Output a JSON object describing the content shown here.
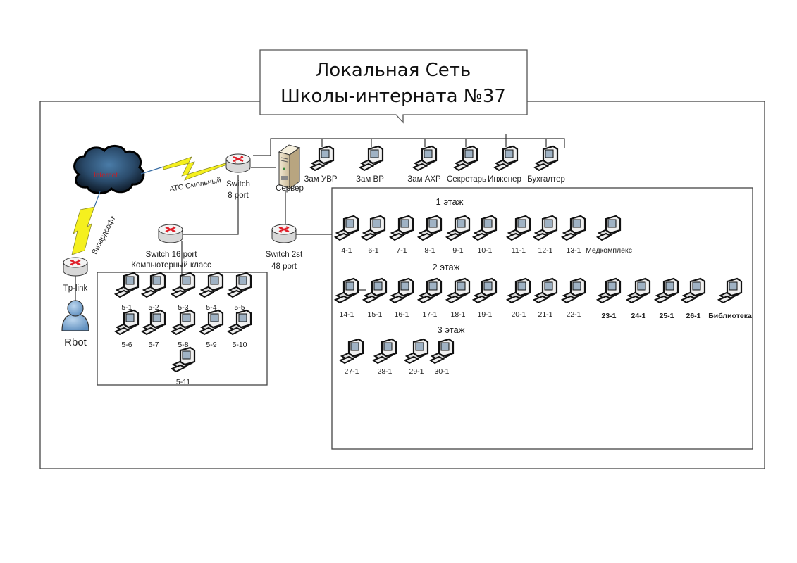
{
  "title": {
    "line1": "Локальная Сеть",
    "line2": "Школы-интерната №37"
  },
  "internet": {
    "label": "Internet",
    "label_color": "#c0202a"
  },
  "links": {
    "atc": "АТС Смольный",
    "wizard": "Визардсофт"
  },
  "devices": {
    "switch8": {
      "line1": "Switch",
      "line2": "8 port"
    },
    "server": {
      "label": "Сервер"
    },
    "switch16": {
      "line1": "Switch 16 port",
      "line2": "Компьютерный класс"
    },
    "switch48": {
      "line1": "Switch 2st",
      "line2": "48 port"
    },
    "tplink": {
      "label": "Tp-link"
    },
    "user": {
      "label": "Rbot"
    }
  },
  "admin": [
    {
      "label": "Зам УВР"
    },
    {
      "label": "Зам ВР"
    },
    {
      "label": "Зам АХР"
    },
    {
      "label": "Секретарь"
    },
    {
      "label": "Инженер"
    },
    {
      "label": "Бухгалтер"
    }
  ],
  "computer_class": [
    "5-1",
    "5-2",
    "5-3",
    "5-4",
    "5-5",
    "5-6",
    "5-7",
    "5-8",
    "5-9",
    "5-10",
    "5-11"
  ],
  "floors": [
    {
      "title": "1 этаж",
      "pcs": [
        "4-1",
        "6-1",
        "7-1",
        "8-1",
        "9-1",
        "10-1",
        "11-1",
        "12-1",
        "13-1",
        "Медкомплекс"
      ]
    },
    {
      "title": "2 этаж",
      "pcs": [
        "14-1",
        "15-1",
        "16-1",
        "17-1",
        "18-1",
        "19-1",
        "20-1",
        "21-1",
        "22-1",
        "23-1",
        "24-1",
        "25-1",
        "26-1",
        "Библиотека"
      ],
      "bold_from": 9
    },
    {
      "title": "3 этаж",
      "pcs": [
        "27-1",
        "28-1",
        "29-1",
        "30-1"
      ]
    }
  ],
  "colors": {
    "switch_arrows": "#e0202a",
    "lightning": "#f5f01e",
    "cloud": "#2a4a6a",
    "user": "#7fa8d0"
  }
}
